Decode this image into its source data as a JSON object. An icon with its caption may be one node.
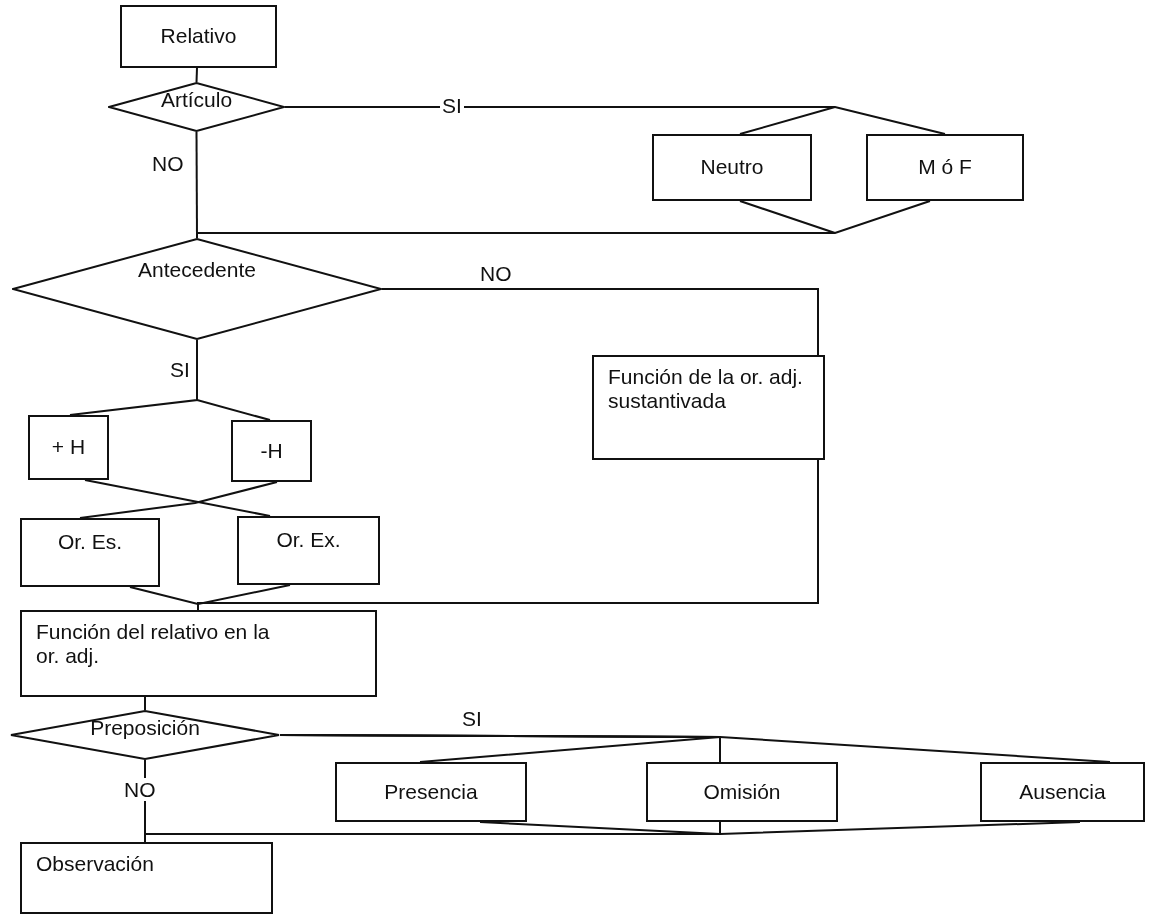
{
  "diagram": {
    "nodes": [
      {
        "text": [
          "Relativo"
        ]
      },
      {
        "text": [
          "Artículo"
        ]
      },
      {
        "text": [
          "Neutro"
        ]
      },
      {
        "text": [
          "M ó F"
        ]
      },
      {
        "text": [
          "Antecedente"
        ]
      },
      {
        "text": [
          "+ H"
        ]
      },
      {
        "text": [
          "-H"
        ]
      },
      {
        "text": [
          "Or. Es."
        ]
      },
      {
        "text": [
          "Or. Ex."
        ]
      },
      {
        "text": [
          "Función de la or. adj. sustantivada"
        ]
      },
      {
        "text": [
          "Función del relativo en la or. adj."
        ]
      },
      {
        "text": [
          "Preposición"
        ]
      },
      {
        "text": [
          "Presencia"
        ]
      },
      {
        "text": [
          "Omisión"
        ]
      },
      {
        "text": [
          "Ausencia"
        ]
      },
      {
        "text": [
          "Observación"
        ]
      }
    ],
    "edges": [
      {
        "from": 0,
        "to": 1,
        "arrow": "none"
      },
      {
        "from": 1,
        "to": 2,
        "arrow": "none",
        "label": "SI"
      },
      {
        "from": 1,
        "to": 3,
        "arrow": "none"
      },
      {
        "from": 1,
        "to": 4,
        "arrow": "none",
        "label": "NO"
      },
      {
        "from": 2,
        "to": 4,
        "arrow": "none"
      },
      {
        "from": 3,
        "to": 4,
        "arrow": "none"
      },
      {
        "from": 4,
        "to": 5,
        "arrow": "none",
        "label": "SI"
      },
      {
        "from": 4,
        "to": 6,
        "arrow": "none"
      },
      {
        "from": 4,
        "to": 9,
        "arrow": "none",
        "label": "NO"
      },
      {
        "from": 5,
        "to": 8,
        "arrow": "none"
      },
      {
        "from": 6,
        "to": 7,
        "arrow": "none"
      },
      {
        "from": 7,
        "to": 10,
        "arrow": "none"
      },
      {
        "from": 8,
        "to": 10,
        "arrow": "none"
      },
      {
        "from": 9,
        "to": 10,
        "arrow": "none"
      },
      {
        "from": 10,
        "to": 11,
        "arrow": "none"
      },
      {
        "from": 11,
        "to": 12,
        "arrow": "none",
        "label": "SI"
      },
      {
        "from": 11,
        "to": 13,
        "arrow": "none"
      },
      {
        "from": 11,
        "to": 14,
        "arrow": "none"
      },
      {
        "from": 11,
        "to": 15,
        "arrow": "none",
        "label": "NO"
      },
      {
        "from": 12,
        "to": 15,
        "arrow": "none"
      },
      {
        "from": 13,
        "to": 15,
        "arrow": "none"
      },
      {
        "from": 14,
        "to": 15,
        "arrow": "none"
      }
    ]
  }
}
